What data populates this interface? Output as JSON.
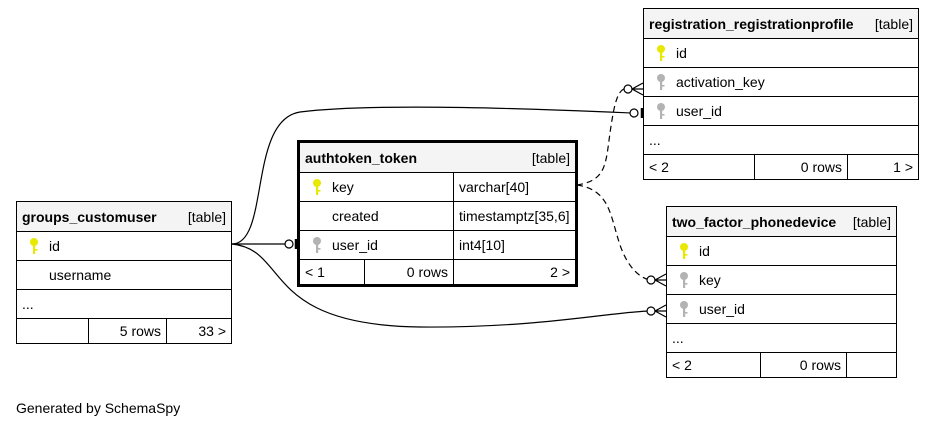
{
  "footer_text": "Generated by SchemaSpy",
  "colors": {
    "primary_key": "#e8e800",
    "foreign_key": "#b3b3b3",
    "header_bg": "#f4f4f4"
  },
  "tables": {
    "groups_customuser": {
      "name": "groups_customuser",
      "tag": "[table]",
      "columns": [
        {
          "name": "id",
          "icon": "primary-key-icon"
        },
        {
          "name": "username",
          "icon": ""
        }
      ],
      "more": "...",
      "footer": {
        "parents": "",
        "rows": "5 rows",
        "children": "33 >"
      }
    },
    "authtoken_token": {
      "name": "authtoken_token",
      "tag": "[table]",
      "columns": [
        {
          "name": "key",
          "type": "varchar[40]",
          "icon": "primary-key-icon"
        },
        {
          "name": "created",
          "type": "timestamptz[35,6]",
          "icon": ""
        },
        {
          "name": "user_id",
          "type": "int4[10]",
          "icon": "foreign-key-icon"
        }
      ],
      "footer": {
        "parents": "< 1",
        "rows": "0 rows",
        "children": "2 >"
      }
    },
    "registration_registrationprofile": {
      "name": "registration_registrationprofile",
      "tag": "[table]",
      "columns": [
        {
          "name": "id",
          "icon": "primary-key-icon"
        },
        {
          "name": "activation_key",
          "icon": "foreign-key-icon"
        },
        {
          "name": "user_id",
          "icon": "foreign-key-icon"
        }
      ],
      "more": "...",
      "footer": {
        "parents": "< 2",
        "rows": "0 rows",
        "children": "1 >"
      }
    },
    "two_factor_phonedevice": {
      "name": "two_factor_phonedevice",
      "tag": "[table]",
      "columns": [
        {
          "name": "id",
          "icon": "primary-key-icon"
        },
        {
          "name": "key",
          "icon": "foreign-key-icon"
        },
        {
          "name": "user_id",
          "icon": "foreign-key-icon"
        }
      ],
      "more": "...",
      "footer": {
        "parents": "< 2",
        "rows": "0 rows",
        "children": ""
      }
    }
  }
}
